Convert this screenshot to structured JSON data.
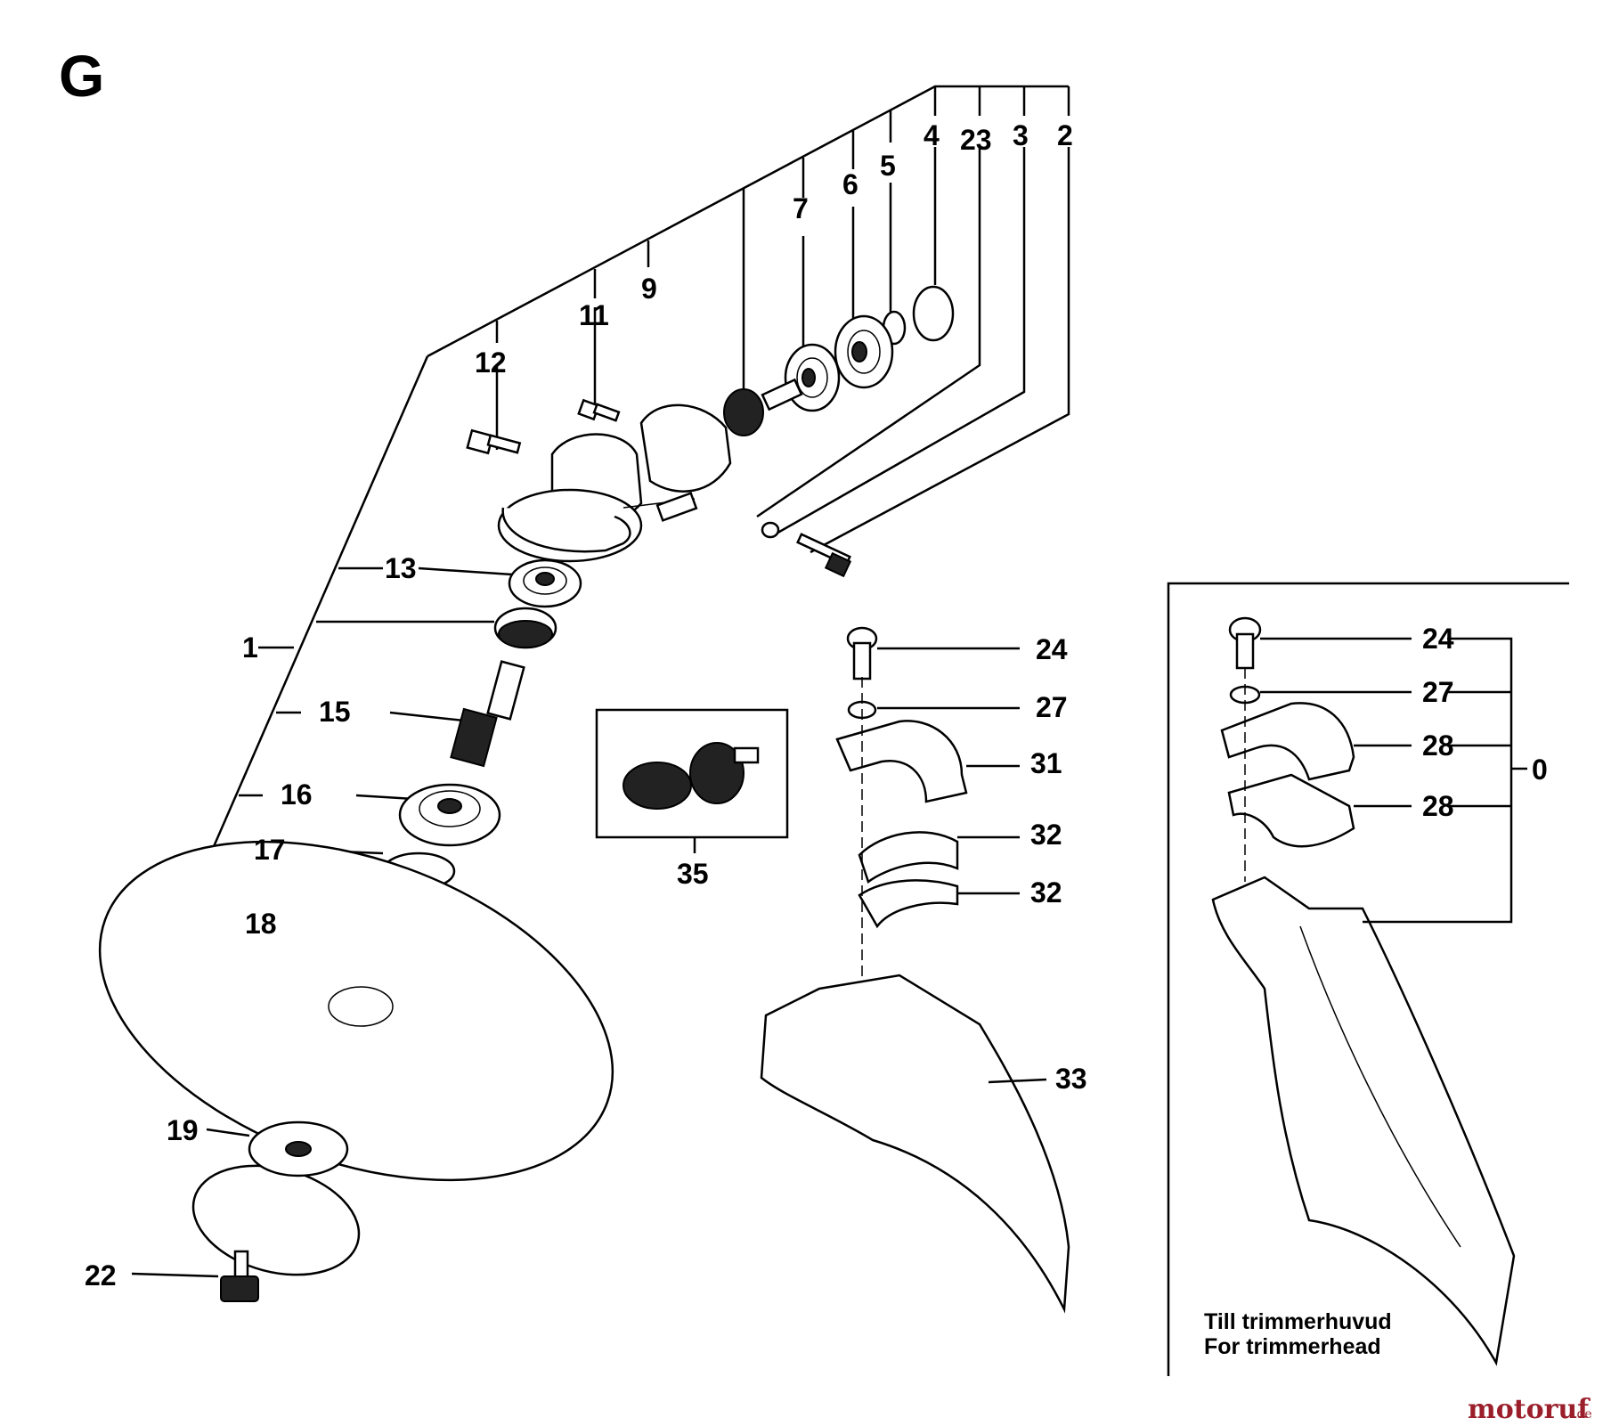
{
  "section_letter": "G",
  "callouts": {
    "p1": "1",
    "p2": "2",
    "p3": "3",
    "p4": "4",
    "p5": "5",
    "p6": "6",
    "p7": "7",
    "p9": "9",
    "p11": "11",
    "p12": "12",
    "p13": "13",
    "p15": "15",
    "p16": "16",
    "p17": "17",
    "p18": "18",
    "p19": "19",
    "p22": "22",
    "p23": "23",
    "p24a": "24",
    "p27a": "27",
    "p31": "31",
    "p32a": "32",
    "p32b": "32",
    "p33": "33",
    "p35": "35",
    "p24b": "24",
    "p27b": "27",
    "p28a": "28",
    "p28b": "28",
    "p0": "0"
  },
  "inset_note": {
    "line1": "Till trimmerhuvud",
    "line2": "For trimmerhead"
  },
  "watermark": {
    "brand": "motoruf",
    "suffix": ".de"
  }
}
